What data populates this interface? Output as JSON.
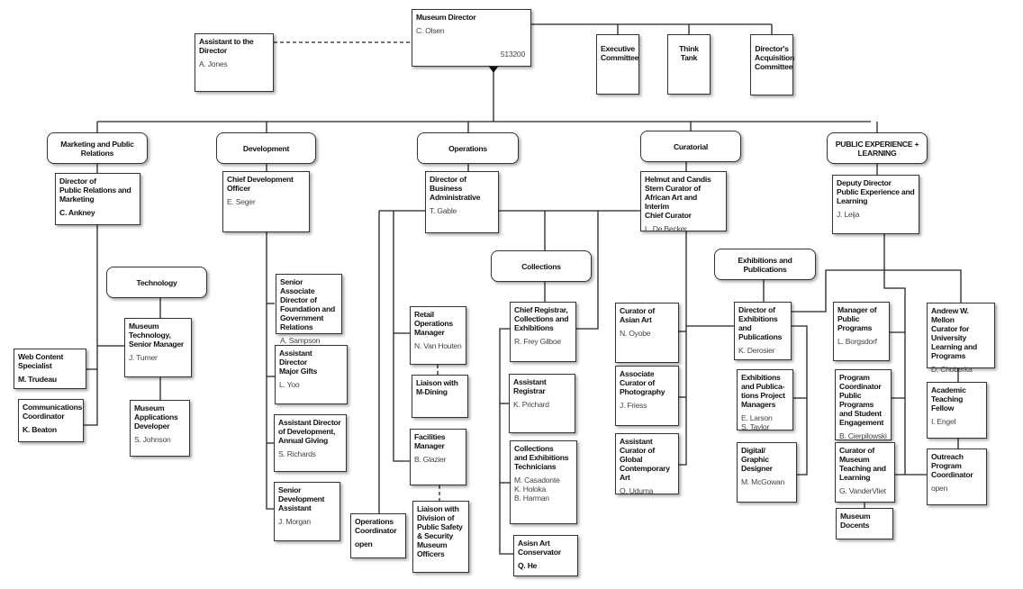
{
  "nodes": [
    {
      "id": "director",
      "kind": "box",
      "title": "Museum Director",
      "names": [
        "C. Olsen"
      ],
      "code": "513200"
    },
    {
      "id": "assistant",
      "kind": "box",
      "title": "Assistant to the\nDirector",
      "names": [
        "A. Jones"
      ]
    },
    {
      "id": "exec",
      "kind": "committee",
      "title": "Executive\nCommittee",
      "names": []
    },
    {
      "id": "think",
      "kind": "committee",
      "title": "Think Tank",
      "names": []
    },
    {
      "id": "acq",
      "kind": "committee",
      "title": "Director's\nAcquisition\nCommittee",
      "names": []
    },
    {
      "id": "dept-mkt",
      "kind": "dept",
      "title": "Marketing and Public\nRelations",
      "names": []
    },
    {
      "id": "dept-dev",
      "kind": "dept",
      "title": "Development",
      "names": []
    },
    {
      "id": "dept-ops",
      "kind": "dept",
      "title": "Operations",
      "names": []
    },
    {
      "id": "dept-cur",
      "kind": "dept",
      "title": "Curatorial",
      "names": []
    },
    {
      "id": "dept-pel",
      "kind": "dept",
      "title": "PUBLIC EXPERIENCE +\nLEARNING",
      "names": []
    },
    {
      "id": "mkt-dir",
      "kind": "box",
      "title": "Director of\nPublic Relations and\nMarketing",
      "names": [
        "C. Ankney"
      ],
      "bold": true
    },
    {
      "id": "tech",
      "kind": "dept",
      "title": "Technology",
      "names": []
    },
    {
      "id": "tech-mgr",
      "kind": "box",
      "title": "Museum\nTechnology,\nSenior Manager",
      "names": [
        "J. Turner"
      ]
    },
    {
      "id": "web",
      "kind": "box",
      "title": "Web Content\nSpecialist",
      "names": [
        "M. Trudeau"
      ],
      "bold": true
    },
    {
      "id": "comms",
      "kind": "box",
      "title": "Communications\nCoordinator",
      "names": [
        "K. Beaton"
      ],
      "bold": true
    },
    {
      "id": "apps",
      "kind": "box",
      "title": "Museum\nApplications\nDeveloper",
      "names": [
        "S. Johnson"
      ]
    },
    {
      "id": "cdo",
      "kind": "box",
      "title": "Chief Development\nOfficer",
      "names": [
        "E. Seger"
      ]
    },
    {
      "id": "sampson",
      "kind": "box",
      "title": "Senior Associate\nDirector of\nFoundation and\nGovernment\nRelations",
      "names": [
        "A. Sampson"
      ]
    },
    {
      "id": "yoo",
      "kind": "box",
      "title": "Assistant\nDirector\nMajor Gifts",
      "names": [
        "L. Yoo"
      ]
    },
    {
      "id": "richards",
      "kind": "box",
      "title": "Assistant Director\nof Development,\nAnnual Giving",
      "names": [
        "S. Richards"
      ]
    },
    {
      "id": "morgan",
      "kind": "box",
      "title": "Senior\nDevelopment\nAssistant",
      "names": [
        "J. Morgan"
      ]
    },
    {
      "id": "dba",
      "kind": "box",
      "title": "Director of Business\nAdministrative",
      "names": [
        "T. Gable"
      ]
    },
    {
      "id": "opscoord",
      "kind": "box",
      "title": "Operations\nCoordinator",
      "names": [
        "open"
      ],
      "bold": true
    },
    {
      "id": "retail",
      "kind": "box",
      "title": "Retail\nOperations\nManager",
      "names": [
        "N. Van Houten"
      ]
    },
    {
      "id": "dining",
      "kind": "box",
      "title": "Liaison with\nM-Dining",
      "names": []
    },
    {
      "id": "facilities",
      "kind": "box",
      "title": "Facilities\nManager",
      "names": [
        "B. Glazier"
      ]
    },
    {
      "id": "safety",
      "kind": "box",
      "title": "Liaison with\nDivision of\nPublic Safety\n& Security\nMuseum\nOfficers",
      "names": []
    },
    {
      "id": "collections",
      "kind": "dept",
      "title": "Collections",
      "names": []
    },
    {
      "id": "registrar",
      "kind": "box",
      "title": "Chief Registrar,\nCollections and\nExhibitions",
      "names": [
        "R. Frey Gilboe"
      ]
    },
    {
      "id": "asstreg",
      "kind": "box",
      "title": "Assistant\nRegistrar",
      "names": [
        "K. Prichard"
      ]
    },
    {
      "id": "techs",
      "kind": "box",
      "title": "Collections\nand Exhibitions\nTechnicians",
      "names": [
        "M. Casadonte\nK. Holoka\nB. Harman"
      ]
    },
    {
      "id": "conservator",
      "kind": "box",
      "title": "Asisn Art\nConservator",
      "names": [
        "Q. He"
      ],
      "bold": true
    },
    {
      "id": "chiefcur",
      "kind": "box",
      "title": "Helmut and Candis\nStern Curator of\nAfrican Art and Interim\nChief Curator",
      "names": [
        "L. De Becker"
      ]
    },
    {
      "id": "asian",
      "kind": "box",
      "title": "Curator of\nAsian Art",
      "names": [
        "N. Oyobe"
      ]
    },
    {
      "id": "photo",
      "kind": "box",
      "title": "Associate\nCurator of\nPhotography",
      "names": [
        "J. Friess"
      ]
    },
    {
      "id": "global",
      "kind": "box",
      "title": "Assistant\nCurator of\nGlobal\nContemporary\nArt",
      "names": [
        "O. Uduma"
      ]
    },
    {
      "id": "exhpub",
      "kind": "dept",
      "title": "Exhibitions and Publications",
      "names": []
    },
    {
      "id": "exhdir",
      "kind": "box",
      "title": "Director of\nExhibitions and\nPublications",
      "names": [
        "K. Derosier"
      ]
    },
    {
      "id": "pms",
      "kind": "box",
      "title": "Exhibitions\nand Publica-\ntions Project\nManagers",
      "names": [
        "E. Larson\nS. Taylor"
      ]
    },
    {
      "id": "digital",
      "kind": "box",
      "title": "Digital/\nGraphic\nDesigner",
      "names": [
        "M. McGowan"
      ]
    },
    {
      "id": "deputy",
      "kind": "box",
      "title": "Deputy Director\nPublic Experience and\nLearning",
      "names": [
        "J. Leija"
      ]
    },
    {
      "id": "pubprog",
      "kind": "box",
      "title": "Manager of\nPublic\nPrograms",
      "names": [
        "L. Borgsdorf"
      ]
    },
    {
      "id": "progcoord",
      "kind": "box",
      "title": "Program\nCoordinator\nPublic\nPrograms\nand Student\nEngagement",
      "names": [
        "B. Cierpilowski"
      ]
    },
    {
      "id": "teaching",
      "kind": "box",
      "title": "Curator of\nMuseum\nTeaching and\nLearning",
      "names": [
        "G. VanderVliet"
      ]
    },
    {
      "id": "docents",
      "kind": "box",
      "title": "Museum\nDocents",
      "names": []
    },
    {
      "id": "mellon",
      "kind": "box",
      "title": "Andrew W. Mellon\nCurator for\nUniversity\nLearning and\nPrograms",
      "names": [
        "D. Choberka"
      ]
    },
    {
      "id": "fellow",
      "kind": "box",
      "title": "Academic\nTeaching\nFellow",
      "names": [
        "I. Engel"
      ]
    },
    {
      "id": "outreach",
      "kind": "box",
      "title": "Outreach\nProgram\nCoordinator",
      "names": [
        "open"
      ]
    }
  ],
  "colors": {
    "line": "#222222",
    "box_border": "#333333",
    "name_text": "#444444"
  }
}
